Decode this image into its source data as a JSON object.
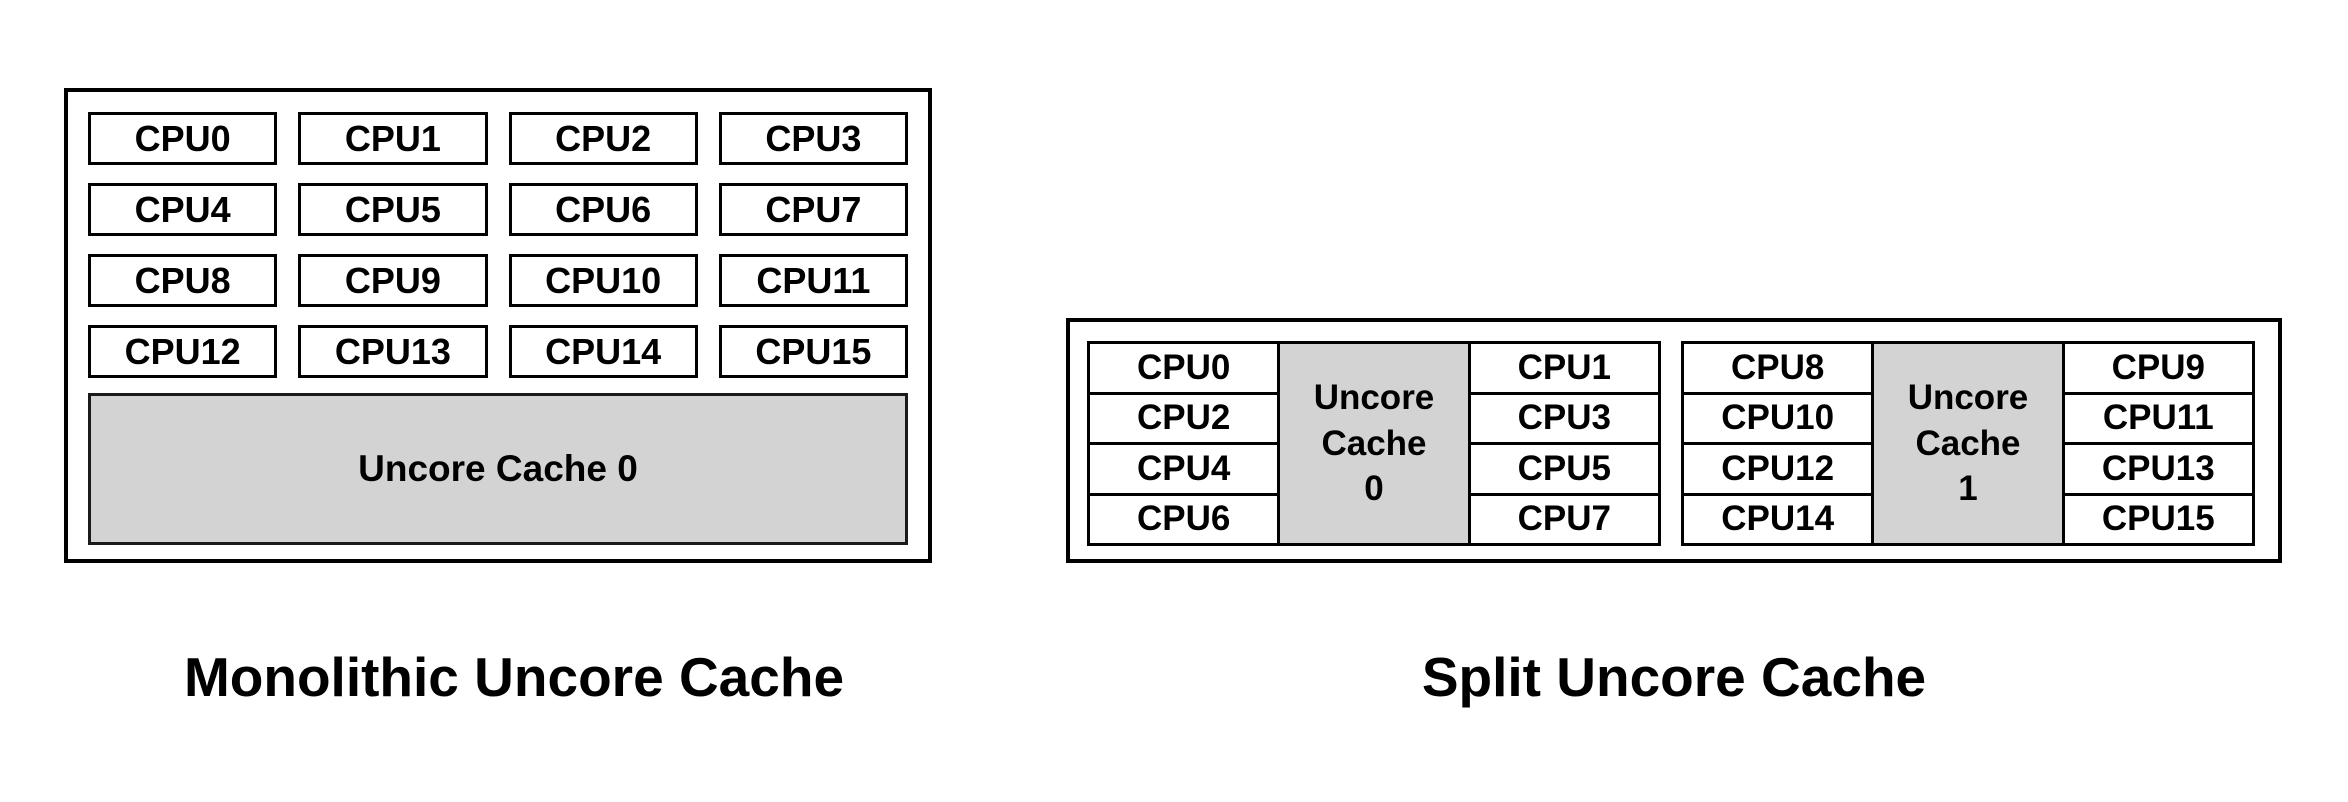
{
  "colors": {
    "background": "#ffffff",
    "border": "#000000",
    "cache_fill": "#d3d3d3"
  },
  "left_panel": {
    "caption": "Monolithic Uncore Cache",
    "cpus": [
      "CPU0",
      "CPU1",
      "CPU2",
      "CPU3",
      "CPU4",
      "CPU5",
      "CPU6",
      "CPU7",
      "CPU8",
      "CPU9",
      "CPU10",
      "CPU11",
      "CPU12",
      "CPU13",
      "CPU14",
      "CPU15"
    ],
    "cache_label": "Uncore Cache 0"
  },
  "right_panel": {
    "caption": "Split Uncore Cache",
    "clusters": [
      {
        "left_cpus": [
          "CPU0",
          "CPU2",
          "CPU4",
          "CPU6"
        ],
        "cache_label": "Uncore\nCache\n0",
        "right_cpus": [
          "CPU1",
          "CPU3",
          "CPU5",
          "CPU7"
        ]
      },
      {
        "left_cpus": [
          "CPU8",
          "CPU10",
          "CPU12",
          "CPU14"
        ],
        "cache_label": "Uncore\nCache\n1",
        "right_cpus": [
          "CPU9",
          "CPU11",
          "CPU13",
          "CPU15"
        ]
      }
    ]
  }
}
